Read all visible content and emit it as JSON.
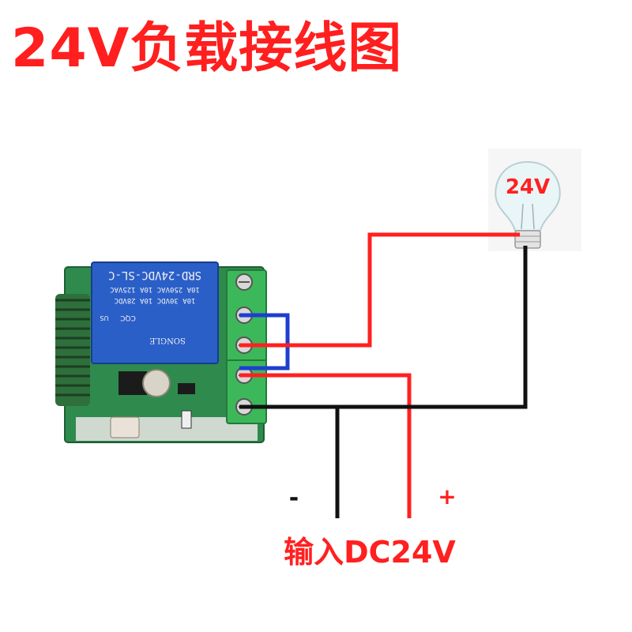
{
  "title": "24V负载接线图",
  "bulb": {
    "voltage_label": "24V"
  },
  "relay": {
    "model_text": "SRD-24VDC-SL-C",
    "ratings": [
      "10A 250VAC  10A 125VAC",
      "10A 30VDC  10A 28VDC"
    ],
    "brand_text": "SONGLE",
    "cert_text": "CQC",
    "us_text": "US"
  },
  "power_input": {
    "minus_label": "-",
    "plus_label": "+",
    "caption": "输入DC24V"
  },
  "colors": {
    "title": "#ff1f1f",
    "positive_wire": "#ff2020",
    "negative_wire": "#111111",
    "jumper_wire": "#1e3ecf",
    "relay_body": "#2b5fc8",
    "pcb": "#2f8a4e",
    "terminal_block": "#3cb85a"
  },
  "icons": [
    "light-bulb-icon",
    "relay-module-icon",
    "antenna-coil-icon"
  ]
}
